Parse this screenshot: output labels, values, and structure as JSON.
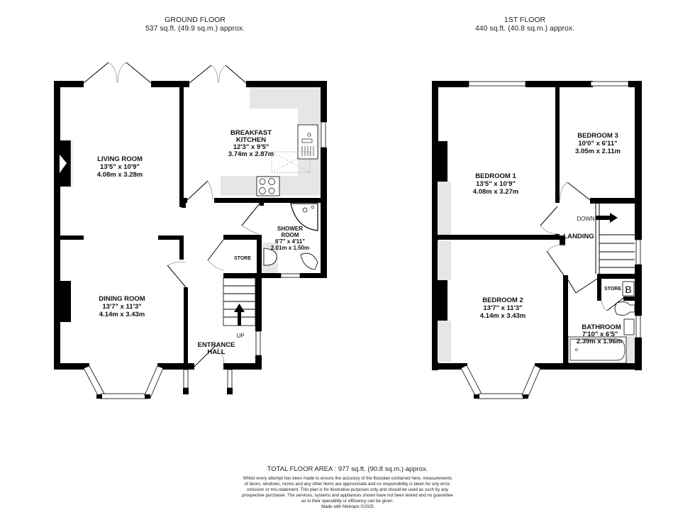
{
  "ground_floor": {
    "title": "GROUND FLOOR",
    "area": "537 sq.ft. (49.9 sq.m.) approx.",
    "rooms": {
      "living_room": {
        "name": "LIVING ROOM",
        "imperial": "13'5\"  x 10'9\"",
        "metric": "4.08m  x 3.28m"
      },
      "kitchen": {
        "name_line1": "BREAKFAST",
        "name_line2": "KITCHEN",
        "imperial": "12'3\"  x 9'5\"",
        "metric": "3.74m  x 2.87m"
      },
      "shower_room": {
        "name_line1": "SHOWER",
        "name_line2": "ROOM",
        "imperial": "6'7\"  x 4'11\"",
        "metric": "2.01m  x 1.50m"
      },
      "store": {
        "name": "STORE"
      },
      "dining_room": {
        "name": "DINING ROOM",
        "imperial": "13'7\"  x 11'3\"",
        "metric": "4.14m  x 3.43m"
      },
      "entrance_hall": {
        "name_line1": "ENTRANCE",
        "name_line2": "HALL"
      },
      "stairs": {
        "label": "UP"
      }
    }
  },
  "first_floor": {
    "title": "1ST FLOOR",
    "area": "440 sq.ft. (40.8 sq.m.) approx.",
    "rooms": {
      "bedroom_1": {
        "name": "BEDROOM 1",
        "imperial": "13'5\"  x 10'9\"",
        "metric": "4.08m  x 3.27m"
      },
      "bedroom_3": {
        "name": "BEDROOM 3",
        "imperial": "10'0\"  x 6'11\"",
        "metric": "3.05m  x 2.11m"
      },
      "bedroom_2": {
        "name": "BEDROOM 2",
        "imperial": "13'7\"  x 11'3\"",
        "metric": "4.14m  x 3.43m"
      },
      "landing": {
        "name": "LANDING"
      },
      "stairs": {
        "label": "DOWN"
      },
      "store": {
        "name": "STORE",
        "boiler_label": "B"
      },
      "bathroom": {
        "name": "BATHROOM",
        "imperial": "7'10\"  x 6'5\"",
        "metric": "2.39m  x 1.96m"
      }
    }
  },
  "footer": {
    "total": "TOTAL FLOOR AREA : 977 sq.ft. (90.8 sq.m.) approx.",
    "disclaimer_lines": [
      "Whilst every attempt has been made to ensure the accuracy of the floorplan contained here, measurements",
      "of doors, windows, rooms and any other items are approximate and no responsibility is taken for any error,",
      "omission or mis-statement. This plan is for illustrative purposes only and should be used as such by any",
      "prospective purchaser. The services, systems and appliances shown have not been tested and no guarantee",
      "as to their operability or efficiency can be given."
    ],
    "credit": "Made with Metropix ©2025"
  },
  "colors": {
    "wall": "#000000",
    "fitting": "#e6e6e6",
    "background": "#ffffff"
  }
}
